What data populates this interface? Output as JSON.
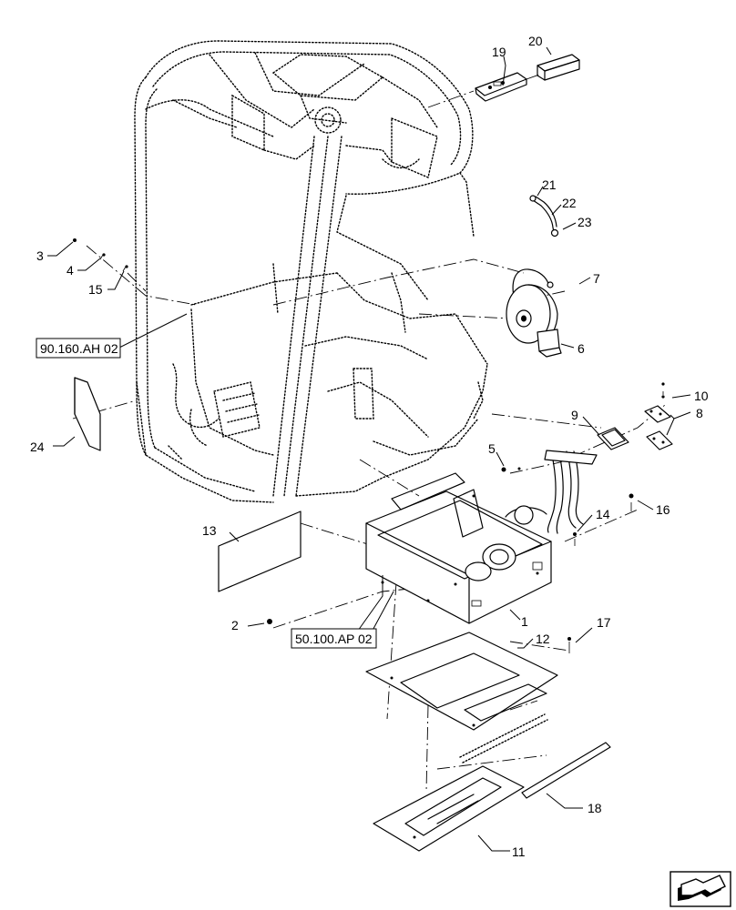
{
  "callouts": [
    {
      "id": "c1",
      "text": "1"
    },
    {
      "id": "c2",
      "text": "2"
    },
    {
      "id": "c3",
      "text": "3"
    },
    {
      "id": "c4",
      "text": "4"
    },
    {
      "id": "c5",
      "text": "5"
    },
    {
      "id": "c6",
      "text": "6"
    },
    {
      "id": "c7",
      "text": "7"
    },
    {
      "id": "c8",
      "text": "8"
    },
    {
      "id": "c9",
      "text": "9"
    },
    {
      "id": "c10",
      "text": "10"
    },
    {
      "id": "c11",
      "text": "11"
    },
    {
      "id": "c12",
      "text": "12"
    },
    {
      "id": "c13",
      "text": "13"
    },
    {
      "id": "c14",
      "text": "14"
    },
    {
      "id": "c15",
      "text": "15"
    },
    {
      "id": "c16",
      "text": "16"
    },
    {
      "id": "c17",
      "text": "17"
    },
    {
      "id": "c18",
      "text": "18"
    },
    {
      "id": "c19",
      "text": "19"
    },
    {
      "id": "c20",
      "text": "20"
    },
    {
      "id": "c21",
      "text": "21"
    },
    {
      "id": "c22",
      "text": "22"
    },
    {
      "id": "c23",
      "text": "23"
    },
    {
      "id": "c24",
      "text": "24"
    }
  ],
  "references": {
    "upper": "90.160.AH 02",
    "lower": "50.100.AP 02"
  },
  "nav_icon": "direction-arrow-icon"
}
